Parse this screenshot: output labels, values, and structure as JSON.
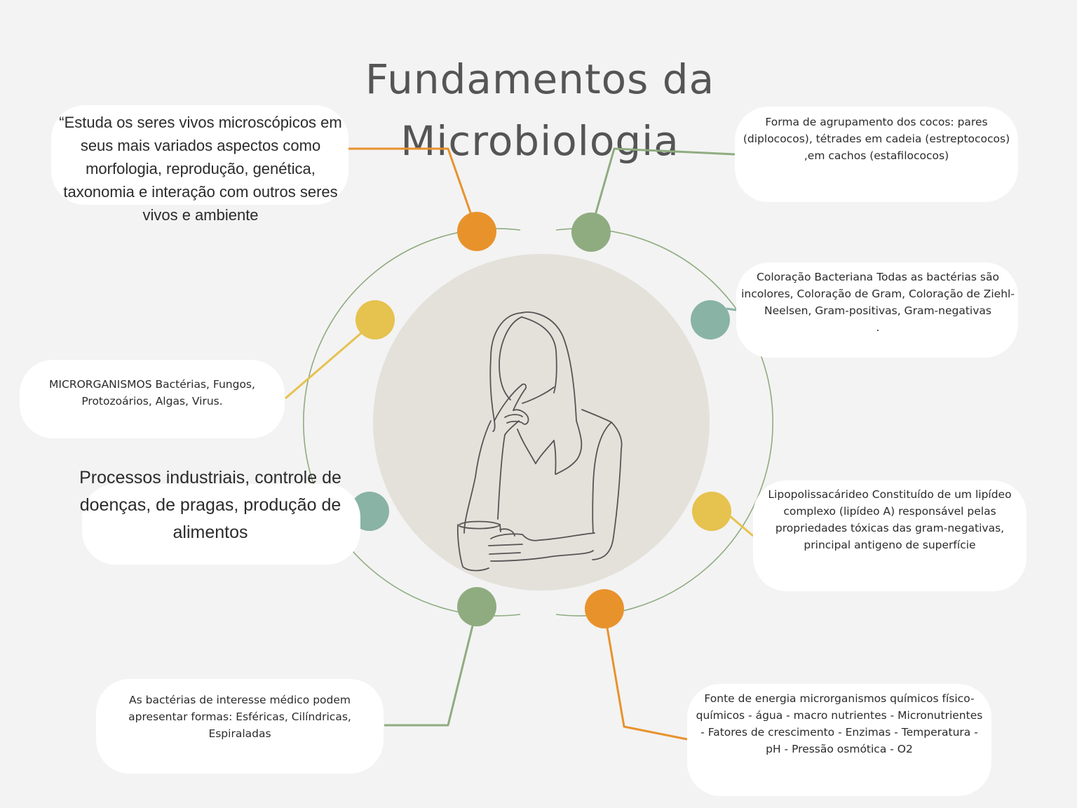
{
  "title": {
    "line1": "Fundamentos da",
    "line2": "Microbiologia"
  },
  "colors": {
    "background": "#f3f3f3",
    "center_disc": "#e4e1db",
    "ring": "#8fac80",
    "orange": "#e8922c",
    "green": "#8fac80",
    "yellow": "#e6c24e",
    "teal": "#88b3a5",
    "card": "#ffffff",
    "title": "#555555",
    "text": "#2b2b2b"
  },
  "center": {
    "illustration": "woman-thinking-holding-mug"
  },
  "nodes": [
    {
      "id": "definicao",
      "color": "orange",
      "text": "“Estuda os seres vivos microscópicos em seus mais variados aspectos como morfologia, reprodução, genética, taxonomia e interação com outros seres vivos e ambiente"
    },
    {
      "id": "agrupamento",
      "color": "green",
      "text": "Forma de agrupamento dos cocos: pares (diplococos), tétrades em cadeia (estreptococos) ,em cachos (estafilococos)"
    },
    {
      "id": "coloracao",
      "color": "teal",
      "text": "Coloração Bacteriana Todas as bactérias são incolores, Coloração de Gram, Coloração de Ziehl-Neelsen, Gram-positivas, Gram-negativas\n."
    },
    {
      "id": "lipopolissacarideo",
      "color": "yellow",
      "text": "Lipopolissacárideo Constituído de um lipídeo complexo (lipídeo A) responsável pelas propriedades tóxicas das gram-negativas, principal antigeno de superfície"
    },
    {
      "id": "fonte-energia",
      "color": "orange",
      "text": "Fonte de energia microrganismos químicos físico-químicos - água - macro nutrientes - Micronutrientes - Fatores de crescimento - Enzimas - Temperatura - pH - Pressão osmótica - O2"
    },
    {
      "id": "formas",
      "color": "green",
      "text": "As bactérias de interesse médico podem apresentar formas: Esféricas, Cilíndricas, Espiraladas"
    },
    {
      "id": "aplicacoes",
      "color": "teal",
      "text": "Processos industriais, controle de doenças, de pragas, produção de alimentos"
    },
    {
      "id": "microrganismos",
      "color": "yellow",
      "text": "MICRORGANISMOS Bactérias, Fungos, Protozoários, Algas, Virus."
    }
  ]
}
